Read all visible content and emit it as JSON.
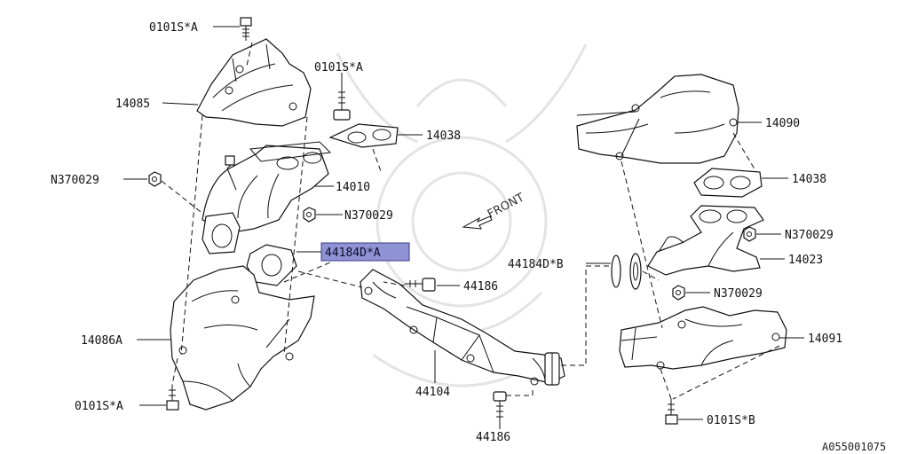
{
  "diagram_code": "A055001075",
  "front_label": "FRONT",
  "selected_part": "44184D*A",
  "colors": {
    "selection_fill": "#8f92d3",
    "selection_border": "#3a3a8a",
    "ink": "#111111"
  },
  "callouts": {
    "bolt_0101s_a_top": "0101S*A",
    "bolt_0101s_a_mid": "0101S*A",
    "bolt_0101s_a_bottom": "0101S*A",
    "bolt_0101s_b": "0101S*B",
    "part_14085": "14085",
    "part_14038_left": "14038",
    "part_14038_right": "14038",
    "part_14010": "14010",
    "nut_n370029_left_top": "N370029",
    "nut_n370029_left": "N370029",
    "nut_n370029_right_top": "N370029",
    "nut_n370029_right": "N370029",
    "part_44184d_a": "44184D*A",
    "part_44184d_b": "44184D*B",
    "bolt_44186_top": "44186",
    "bolt_44186_bottom": "44186",
    "part_44104": "44104",
    "part_14086a": "14086A",
    "part_14090": "14090",
    "part_14023": "14023",
    "part_14091": "14091"
  }
}
